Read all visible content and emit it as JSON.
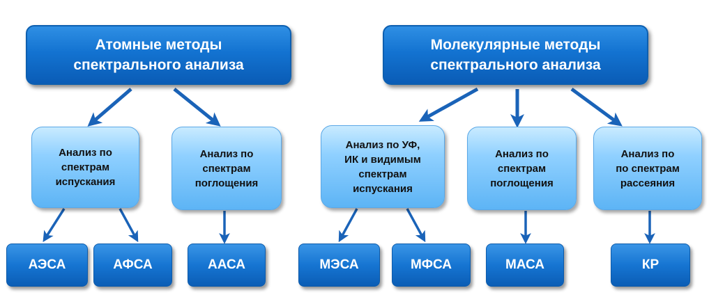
{
  "top_nodes": [
    {
      "label": "Атомные методы\nспектрального анализа"
    },
    {
      "label": "Молекулярные методы\nспектрального анализа"
    }
  ],
  "mid_nodes": [
    {
      "label": "Анализ по\nспектрам\nиспускания"
    },
    {
      "label": "Анализ по\nспектрам\nпоглощения"
    },
    {
      "label": "Анализ по УФ,\nИК и видимым\nспектрам\nиспускания"
    },
    {
      "label": "Анализ по\nспектрам\nпоглощения"
    },
    {
      "label": "Анализ по\nпо спектрам\nрассеяния"
    }
  ],
  "leaf_nodes": [
    {
      "label": "АЭСА"
    },
    {
      "label": "АФСА"
    },
    {
      "label": "ААСА"
    },
    {
      "label": "МЭСА"
    },
    {
      "label": "МФСА"
    },
    {
      "label": "МАСА"
    },
    {
      "label": "КР"
    }
  ],
  "colors": {
    "top_fill": "#1373d1",
    "mid_fill": "#8fd0ff",
    "leaf_fill": "#1675d2",
    "arrow": "#1a63b8"
  }
}
